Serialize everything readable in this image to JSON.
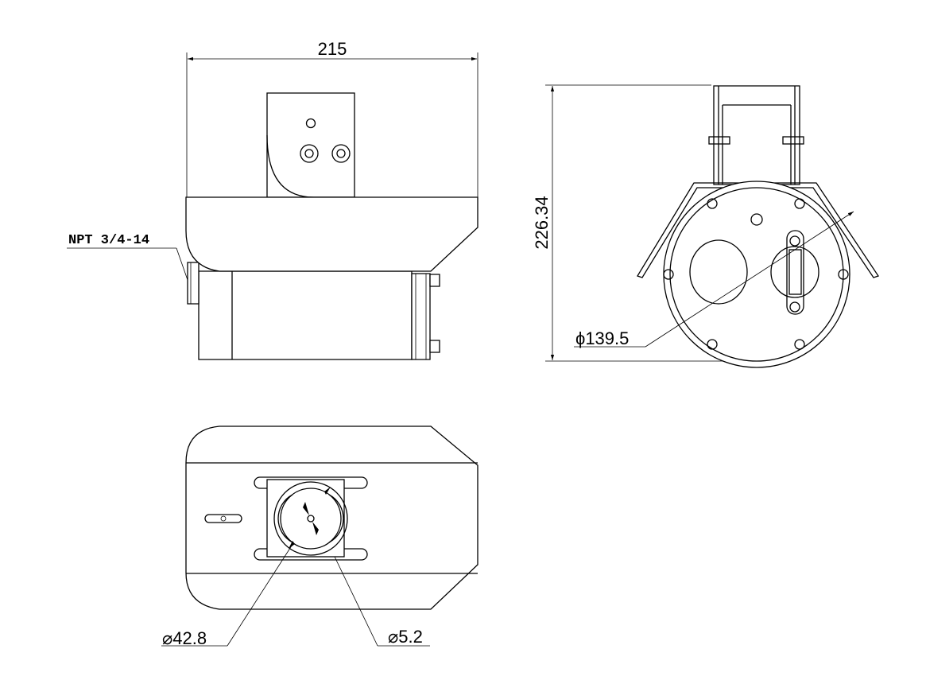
{
  "dimensions": {
    "width_total": "215",
    "height_total": "226.34",
    "front_diameter": "ϕ139.5",
    "mount_diameter": "⌀42.8",
    "hole_diameter": "⌀5.2"
  },
  "callouts": {
    "thread": "NPT 3/4-14"
  },
  "colors": {
    "line": "#000000",
    "background": "#ffffff"
  }
}
